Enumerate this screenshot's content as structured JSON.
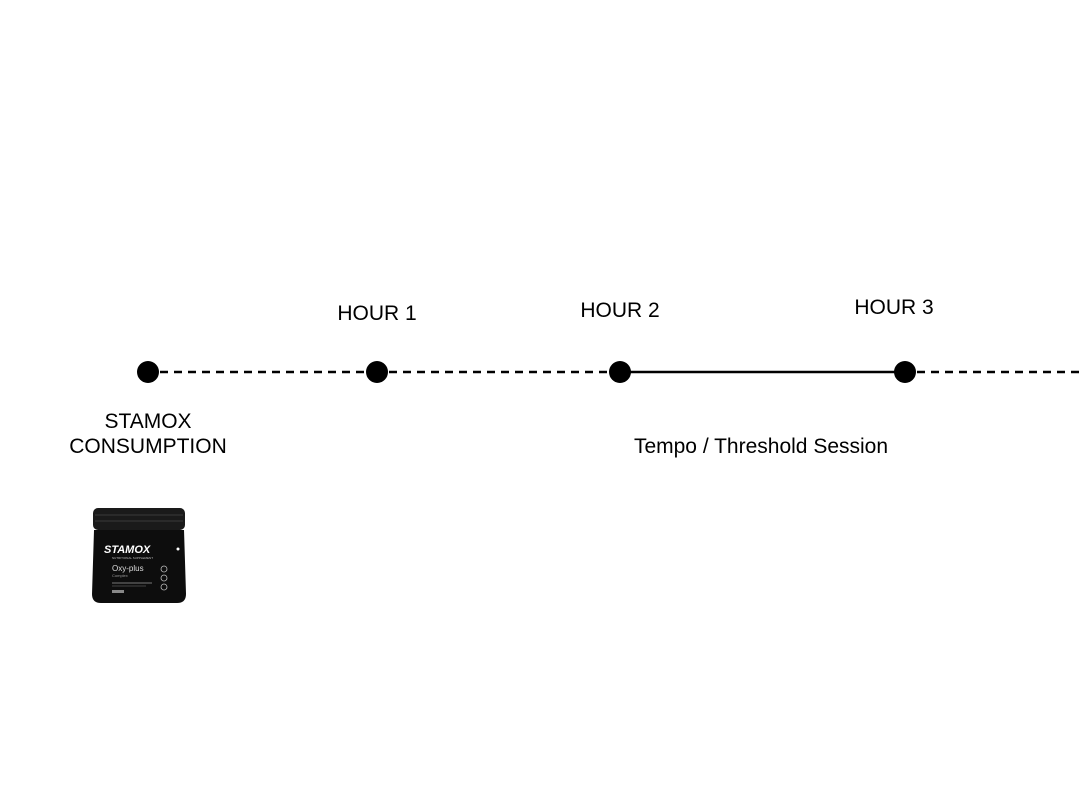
{
  "timeline": {
    "start": {
      "label_line1": "STAMOX",
      "label_line2": "CONSUMPTION"
    },
    "milestones": [
      {
        "label": "HOUR 1"
      },
      {
        "label": "HOUR 2"
      },
      {
        "label": "HOUR 3"
      }
    ],
    "session": {
      "label": "Tempo / Threshold Session",
      "from": "HOUR 2",
      "to": "HOUR 3"
    }
  },
  "product": {
    "brand": "STAMOX",
    "tagline": "NUTRITIONAL SUPPLEMENT",
    "name": "Oxy-plus",
    "subtitle": "Complex",
    "colors": {
      "jar": "#111111",
      "text": "#ffffff"
    }
  },
  "colors": {
    "line": "#000000",
    "dot": "#000000",
    "background": "#ffffff"
  }
}
